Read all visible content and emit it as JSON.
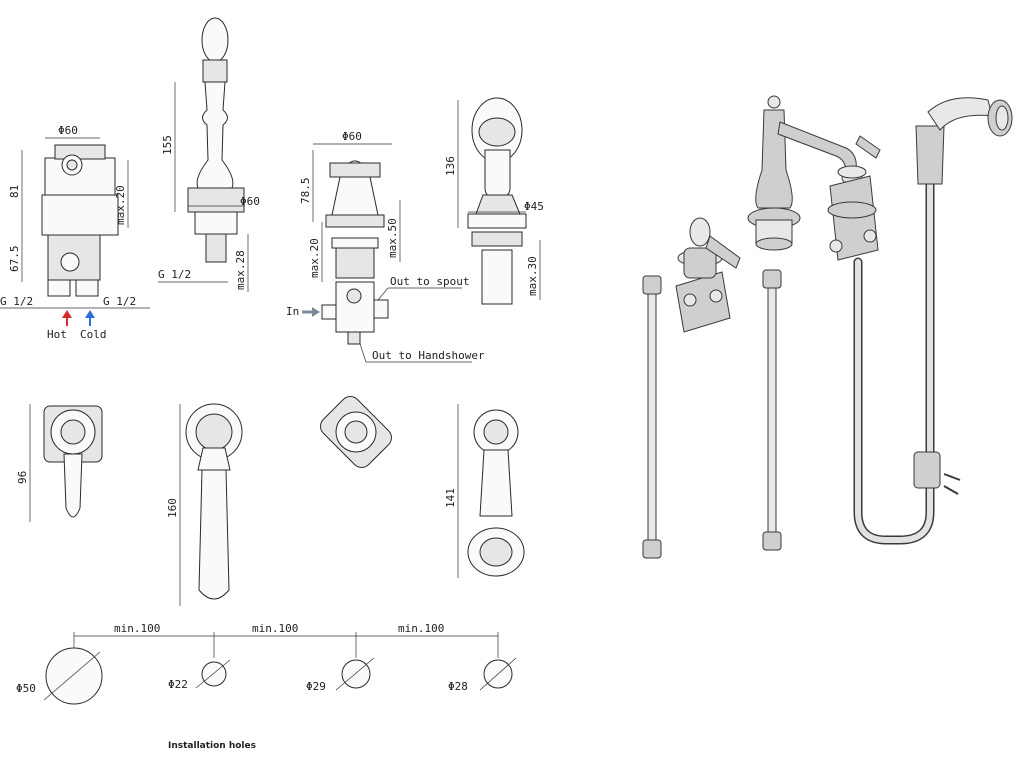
{
  "dimensions": {
    "mixer_width": "Φ60",
    "mixer_height": "81",
    "mixer_lower": "67.5",
    "mixer_max": "max.20",
    "mixer_thread_left": "G 1/2",
    "mixer_thread_right": "G 1/2",
    "hot_label": "Hot",
    "cold_label": "Cold",
    "spout_height": "155",
    "spout_diameter": "Φ60",
    "spout_thread": "G 1/2",
    "spout_max": "max.28",
    "diverter_width": "Φ60",
    "diverter_height": "78.5",
    "diverter_max50": "max.50",
    "diverter_max20": "max.20",
    "out_to_spout": "Out to spout",
    "in_label": "In",
    "out_to_handshower": "Out to Handshower",
    "shower_height": "136",
    "shower_diameter": "Φ45",
    "shower_max": "max.30",
    "lever_top": "96",
    "spout_top": "160",
    "shower_top": "141",
    "spacing_1": "min.100",
    "spacing_2": "min.100",
    "spacing_3": "min.100",
    "hole_1": "Φ50",
    "hole_2": "Φ22",
    "hole_3": "Φ29",
    "hole_4": "Φ28",
    "caption": "Installation holes"
  },
  "colors": {
    "hot_arrow": "#d42a2a",
    "cold_arrow": "#2a6fd4",
    "in_arrow": "#7a8a9a"
  }
}
